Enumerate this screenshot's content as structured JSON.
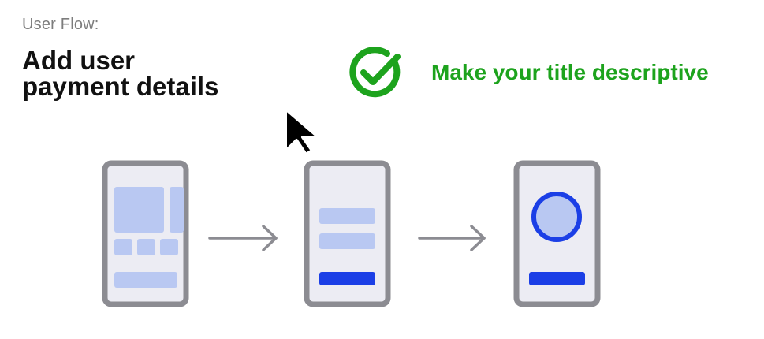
{
  "header": {
    "eyebrow": "User Flow:",
    "title_line1": "Add user",
    "title_line2": "payment details"
  },
  "tip": {
    "text": "Make your title descriptive",
    "icon": "check-circle-icon",
    "color": "#1da31d"
  },
  "cursor": {
    "icon": "mouse-pointer-icon"
  },
  "flow": {
    "screens": [
      {
        "name": "screen-overview",
        "content": "grid-layout"
      },
      {
        "name": "screen-form",
        "content": "form-fields-with-button"
      },
      {
        "name": "screen-confirmation",
        "content": "avatar-with-button"
      }
    ],
    "connectors": [
      "arrow-right-icon",
      "arrow-right-icon"
    ]
  },
  "colors": {
    "frame": "#8c8c92",
    "screen_bg": "#ececf3",
    "placeholder_block": "#b9c8f2",
    "accent": "#1b3fe6",
    "arrow": "#8c8c92"
  }
}
